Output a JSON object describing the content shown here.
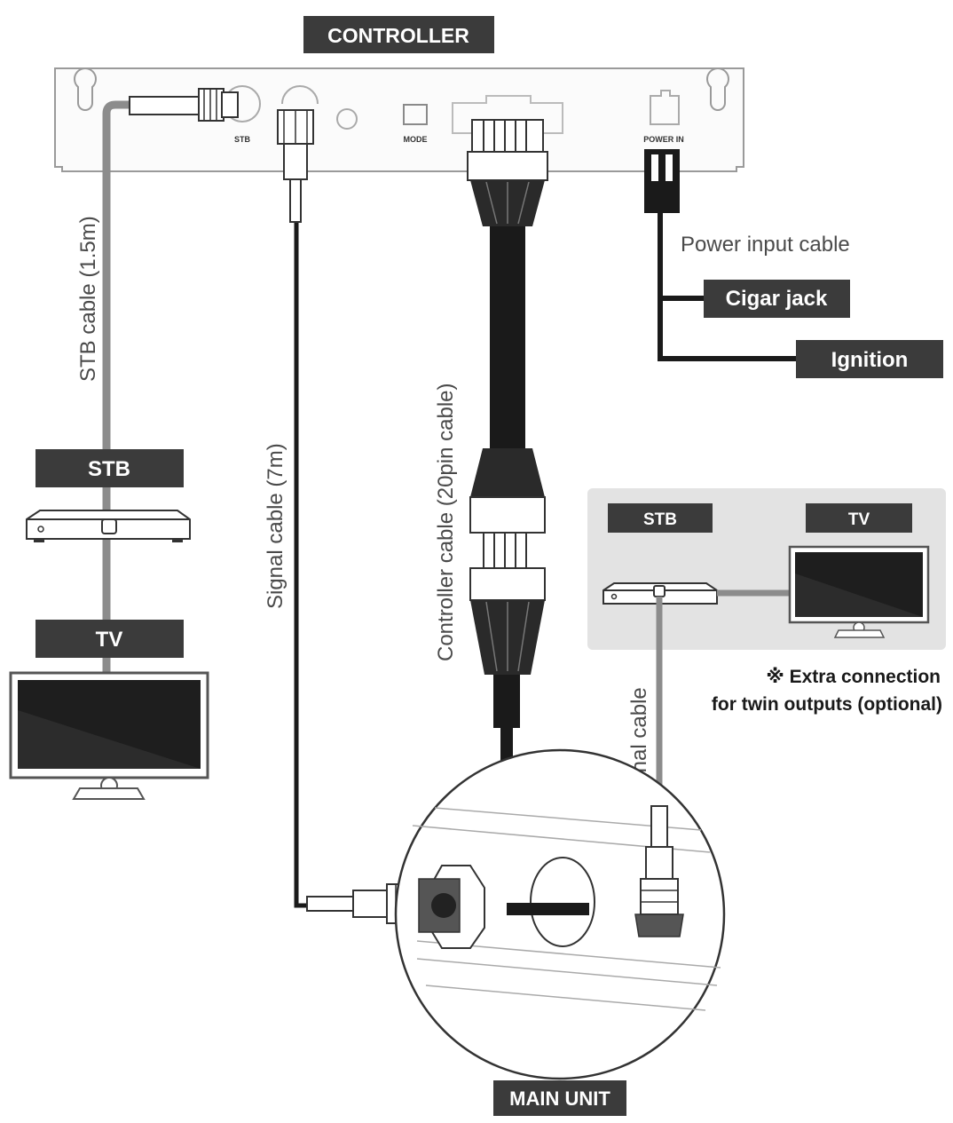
{
  "labels": {
    "controller": "CONTROLLER",
    "main_unit": "MAIN UNIT",
    "stb": "STB",
    "tv": "TV",
    "cigar_jack": "Cigar jack",
    "ignition": "Ignition",
    "extra_stb": "STB",
    "extra_tv": "TV"
  },
  "ports": {
    "stb": "STB",
    "mode": "MODE",
    "power_in": "POWER IN"
  },
  "cables": {
    "stb_cable": "STB cable (1.5m)",
    "signal_cable": "Signal cable (7m)",
    "controller_cable": "Controller cable (20pin cable)",
    "power_input_cable": "Power input cable",
    "signal_cable_extra": "Signal cable"
  },
  "notes": {
    "extra_line1": "※ Extra connection",
    "extra_line2": "for twin outputs (optional)"
  },
  "colors": {
    "label_bg": "#3b3b3b",
    "panel_bg": "#e3e3e3",
    "cable_grey": "#8c8c8c",
    "cable_black": "#1a1a1a"
  }
}
